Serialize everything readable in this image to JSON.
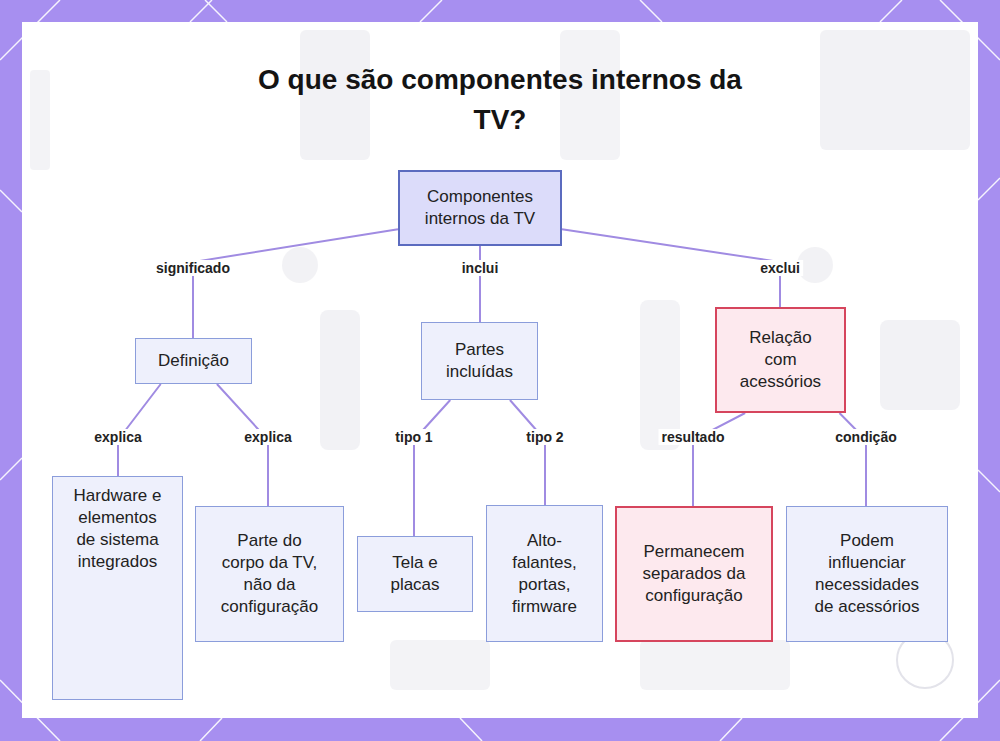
{
  "diagram": {
    "title": "O que são componentes internos da TV?",
    "nodes": [
      {
        "text": [
          "Componentes internos da TV"
        ]
      },
      {
        "text": [
          "Definição"
        ]
      },
      {
        "text": [
          "Partes incluídas"
        ]
      },
      {
        "text": [
          "Relação com acessórios"
        ]
      },
      {
        "text": [
          "Hardware e elementos de sistema integrados"
        ]
      },
      {
        "text": [
          "Parte do corpo da TV, não da configuração"
        ]
      },
      {
        "text": [
          "Tela e placas"
        ]
      },
      {
        "text": [
          "Alto-falantes, portas, firmware"
        ]
      },
      {
        "text": [
          "Permanecem separados da configuração"
        ]
      },
      {
        "text": [
          "Podem influenciar necessidades de acessórios"
        ]
      }
    ],
    "edges": [
      {
        "from": 0,
        "to": 1,
        "label": "significado",
        "arrow": "none"
      },
      {
        "from": 0,
        "to": 2,
        "label": "inclui",
        "arrow": "none"
      },
      {
        "from": 0,
        "to": 3,
        "label": "exclui",
        "arrow": "none"
      },
      {
        "from": 1,
        "to": 4,
        "label": "explica",
        "arrow": "none"
      },
      {
        "from": 1,
        "to": 5,
        "label": "explica",
        "arrow": "none"
      },
      {
        "from": 2,
        "to": 6,
        "label": "tipo 1",
        "arrow": "none"
      },
      {
        "from": 2,
        "to": 7,
        "label": "tipo 2",
        "arrow": "none"
      },
      {
        "from": 3,
        "to": 8,
        "label": "resultado",
        "arrow": "none"
      },
      {
        "from": 3,
        "to": 9,
        "label": "condição",
        "arrow": "none"
      }
    ]
  }
}
